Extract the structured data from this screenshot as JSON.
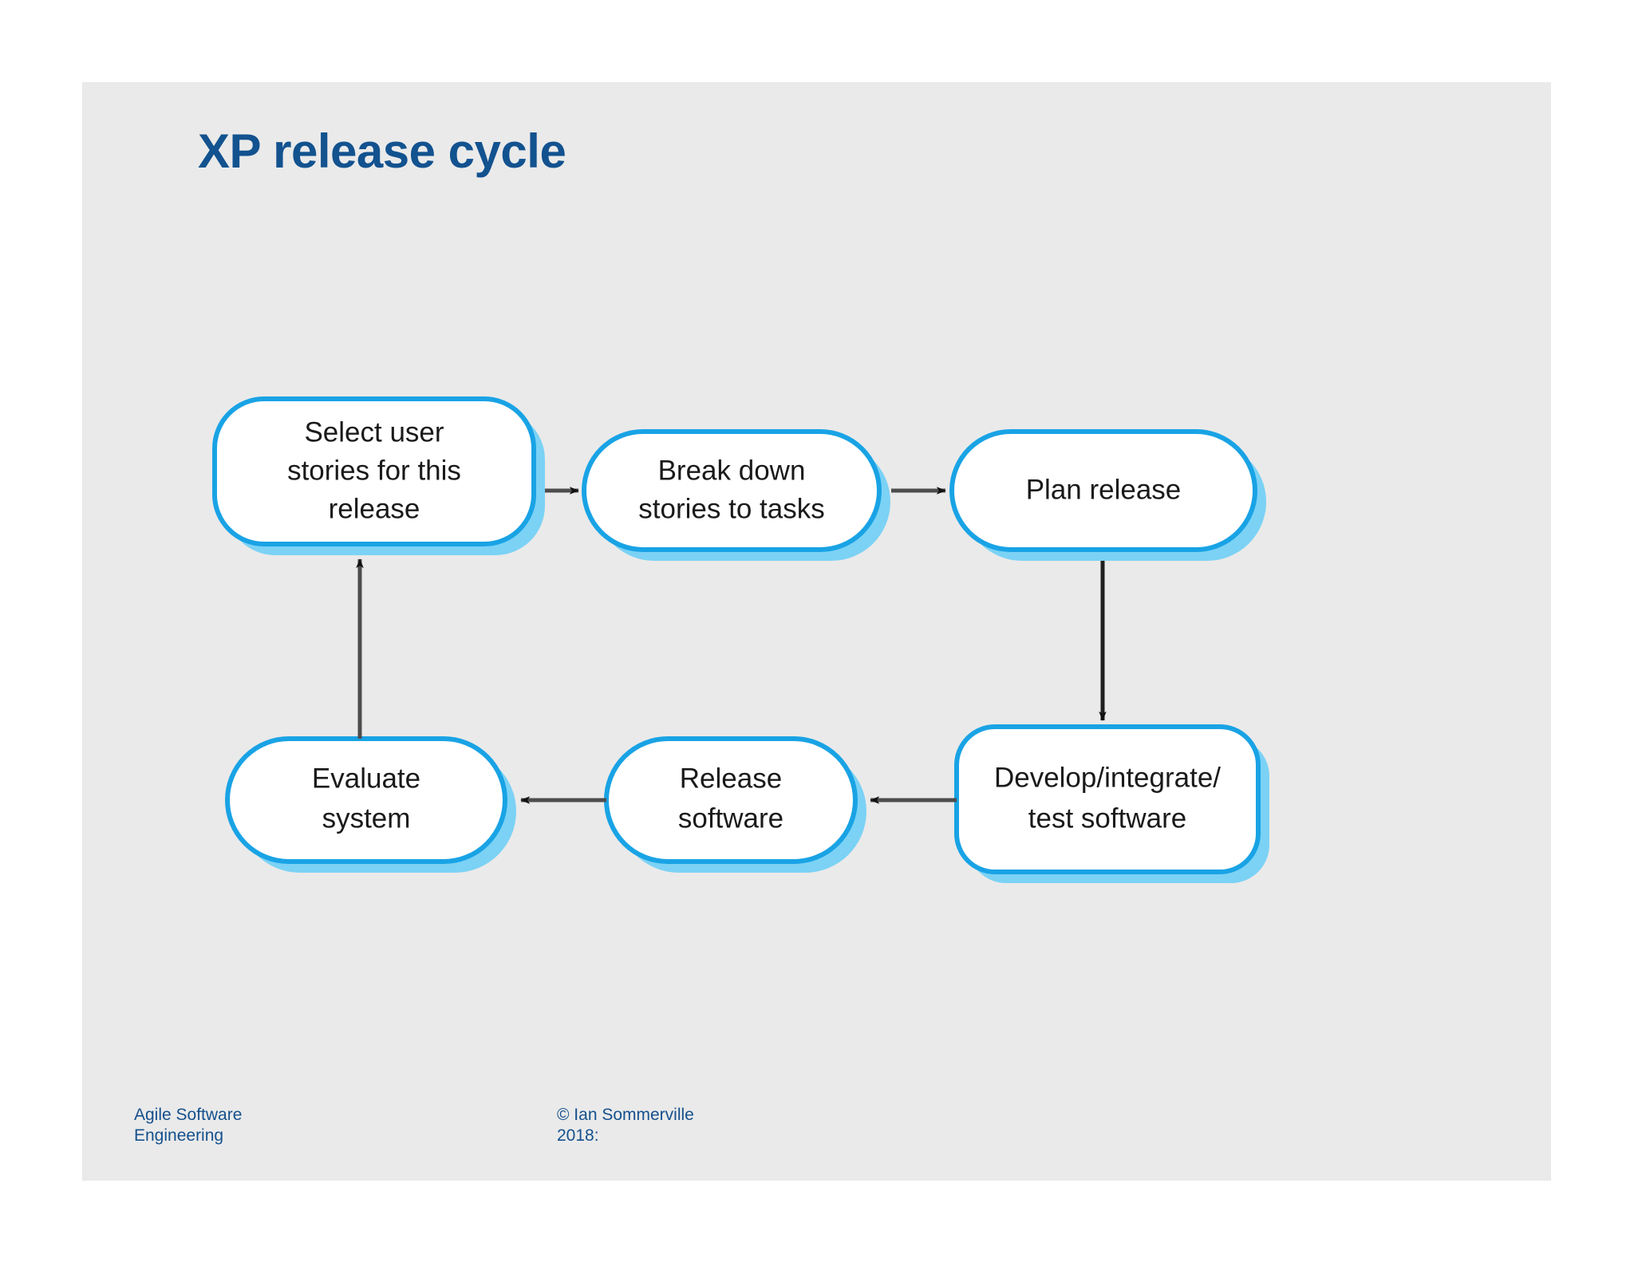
{
  "slide": {
    "title": "XP release cycle",
    "background_color": "#eaeaea",
    "page_background_color": "#ffffff",
    "title_color": "#12528f"
  },
  "theme": {
    "node_fill": "#ffffff",
    "node_border": "#19a3e5",
    "node_shadow": "#7bd2f5",
    "arrow_line": "#4d4d4d",
    "arrow_head": "#111111",
    "label_color": "#1a1a1a",
    "footer_color": "#15508d"
  },
  "diagram": {
    "type": "cycle-flowchart",
    "nodes": [
      {
        "id": "select-user-stories",
        "label": "Select user\nstories for this\nrelease",
        "lines": [
          "Select user",
          "stories for this",
          "release"
        ]
      },
      {
        "id": "break-down-stories",
        "label": "Break down\nstories to tasks",
        "lines": [
          "Break down",
          "stories to tasks"
        ]
      },
      {
        "id": "plan-release",
        "label": "Plan release",
        "lines": [
          "Plan release"
        ]
      },
      {
        "id": "develop-integrate-test",
        "label": "Develop/integrate/\ntest software",
        "lines": [
          "Develop/integrate/",
          "test software"
        ]
      },
      {
        "id": "release-software",
        "label": "Release\nsoftware",
        "lines": [
          "Release",
          "software"
        ]
      },
      {
        "id": "evaluate-system",
        "label": "Evaluate\nsystem",
        "lines": [
          "Evaluate",
          "system"
        ]
      }
    ],
    "edges": [
      {
        "from": "select-user-stories",
        "to": "break-down-stories",
        "direction": "right"
      },
      {
        "from": "break-down-stories",
        "to": "plan-release",
        "direction": "right"
      },
      {
        "from": "plan-release",
        "to": "develop-integrate-test",
        "direction": "down"
      },
      {
        "from": "develop-integrate-test",
        "to": "release-software",
        "direction": "left"
      },
      {
        "from": "release-software",
        "to": "evaluate-system",
        "direction": "left"
      },
      {
        "from": "evaluate-system",
        "to": "select-user-stories",
        "direction": "up"
      }
    ]
  },
  "footer": {
    "left": "Agile Software\nEngineering",
    "right": "© Ian Sommerville\n2018:"
  }
}
